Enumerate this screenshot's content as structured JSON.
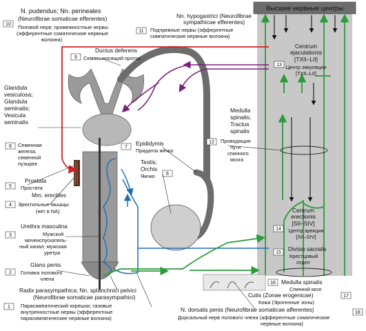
{
  "header": {
    "title": "Высшие нервные центры"
  },
  "labels": {
    "n_pudendus": {
      "num": "10",
      "line1": "N. pudendus; Nn. perineales",
      "line2": "(Neurofibrae somaticae efferentes)",
      "line3": "Половой нерв; промежностные нервы",
      "line4": "(эфферентные соматические нервные",
      "line5": "волокна)"
    },
    "nn_hypogastrici": {
      "num": "11",
      "line1": "Nn. hypogastrici (Neurofibrae",
      "line2": "sympathicae efferentes)",
      "line3": "Подчревные нервы (эфферентные",
      "line4": "симпатические нервные волокна)"
    },
    "ductus": {
      "num": "9",
      "line1": "Ductus deferens",
      "line2": "Семявыносящий проток"
    },
    "centrum_ejac": {
      "num": "13",
      "line1": "Centrum",
      "line2": "ejaculationis",
      "line3": "[TXII–LII]",
      "line4": "Центр эякуляции",
      "line5": "[TXII–LII]"
    },
    "glandula": {
      "num": "8",
      "line1": "Glandula",
      "line2": "vesiculosa;",
      "line3": "Glandula",
      "line4": "seminalis;",
      "line5": "Vesicula",
      "line6": "seminalis",
      "line7": "Семенная",
      "line8": "железа;",
      "line9": "семенной",
      "line10": "пузырек"
    },
    "epididymis": {
      "num": "7",
      "line1": "Epididymis",
      "line2": "Придаток яичка"
    },
    "testis": {
      "num": "6",
      "line1": "Testis;",
      "line2": "Orchis",
      "line3": "Яичко"
    },
    "medulla_tract": {
      "num": "12",
      "line1": "Medulla",
      "line2": "spinalis;",
      "line3": "Tractus",
      "line4": "spinalis",
      "line5": "Проводящие",
      "line6": "пути",
      "line7": "спинного",
      "line8": "мозга"
    },
    "prostata": {
      "num": "5",
      "line1": "Prostata",
      "line2": "Простата"
    },
    "mm_erectiles": {
      "num": "4",
      "line1": "Mm. erectiles",
      "line2": "Эректильные мышцы",
      "line3": "(нет в NA)"
    },
    "urethra": {
      "num": "3",
      "line1": "Urethra masculina",
      "line2": "Мужской",
      "line3": "мочеиспускатель-",
      "line4": "ный канал; мужская",
      "line5": "уретра"
    },
    "centrum_erect": {
      "num": "14",
      "line1": "Centrum",
      "line2": "erectionis",
      "line3": "[SII–SIV]",
      "line4": "Центр эрекции",
      "line5": "[SII–SIV]"
    },
    "glans": {
      "num": "2",
      "line1": "Glans penis",
      "line2": "Головка полового",
      "line3": "члена"
    },
    "divisio": {
      "num": "15",
      "line1": "Divisio sacralis",
      "line2": "Крестцовый",
      "line3": "отдел"
    },
    "medulla_sp": {
      "num": "16",
      "line1": "Medulla spinalis",
      "line2": "Спинной мозг"
    },
    "cutis": {
      "num": "17",
      "line1": "Cutis (Zonae erogenicae)",
      "line2": "Кожа (Эрогенные зоны)"
    },
    "radix": {
      "num": "1",
      "line1": "Radix parasympathica; Nn. splanchnici pelvici",
      "line2": "(Neurofibrae somaticae parasympathici)",
      "line3": "Парасимпатический корешок; тазовые",
      "line4": "внутренностные нервы (эфферентные",
      "line5": "парасимпатические нервные волокна)"
    },
    "n_dorsalis": {
      "num": "18",
      "line1": "N. dorsalis penis (Neurofibrae somaticae afferentes)",
      "line2": "Дорсальный нерв полового члена (афферентные соматические",
      "line3": "нервные волокна)"
    }
  },
  "colors": {
    "spinal_gray": "#c8c8c8",
    "organ_gray": "#9a9a9a",
    "organ_dark": "#6c6c6c",
    "header_bg": "#6d6d6d",
    "somatic_efferent": "#d62020",
    "sympathetic": "#7a1f7a",
    "parasympathetic": "#1f6fb0",
    "afferent": "#2a9a3a",
    "muscle_brown": "#5a2a1a"
  }
}
